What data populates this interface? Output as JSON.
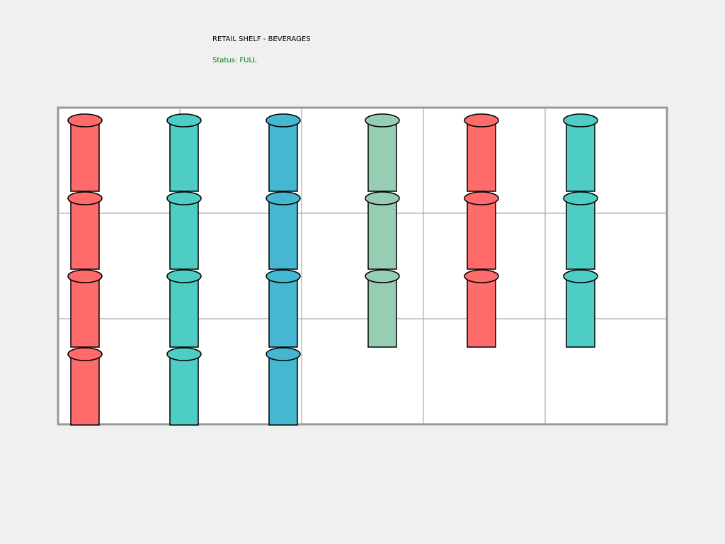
{
  "header": {
    "title": "RETAIL SHELF - BEVERAGES",
    "status_text": "Status: FULL",
    "status_color": "#008000"
  },
  "shelf": {
    "columns": 5,
    "rows": 3,
    "border_color": "#999999",
    "divider_color": "#999999",
    "background": "#ffffff"
  },
  "products": [
    {
      "color": "#ff6b6b",
      "stack_count": 4
    },
    {
      "color": "#4ecdc4",
      "stack_count": 4
    },
    {
      "color": "#45b7d1",
      "stack_count": 4
    },
    {
      "color": "#96ceb4",
      "stack_count": 3
    },
    {
      "color": "#ff6b6b",
      "stack_count": 3
    },
    {
      "color": "#4ecdc4",
      "stack_count": 3
    }
  ]
}
